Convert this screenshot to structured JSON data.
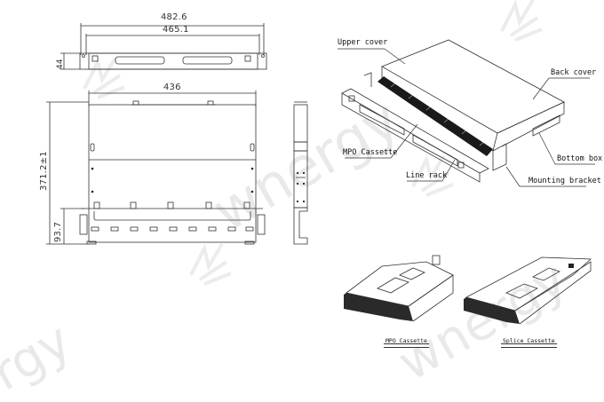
{
  "watermark": {
    "text": "wnergy",
    "occurrences": [
      {
        "text": "wnergy"
      },
      {
        "text": "rgy"
      },
      {
        "text": "wnergy"
      }
    ]
  },
  "front_view": {
    "dims": {
      "overall_width": "482.6",
      "mounting_width": "465.1",
      "height": "44"
    }
  },
  "top_view": {
    "dims": {
      "width": "436",
      "depth": "371.2±1",
      "tray_depth": "93.7"
    }
  },
  "side_view": {
    "label": ""
  },
  "isometric_view": {
    "callouts": {
      "upper_cover": "Upper cover",
      "back_cover": "Back cover",
      "mpo_cassette": "MPO Cassette",
      "bottom_box": "Bottom box",
      "line_rack": "Line rack",
      "mounting_bracket": "Mounting bracket"
    }
  },
  "cassettes": [
    {
      "caption": "MPO Cassette"
    },
    {
      "caption": "Splice Cassette"
    }
  ],
  "colors": {
    "line": "#333333",
    "dark_fill": "#1a1a1a",
    "watermark": "#e9e9e9",
    "background": "#ffffff"
  }
}
